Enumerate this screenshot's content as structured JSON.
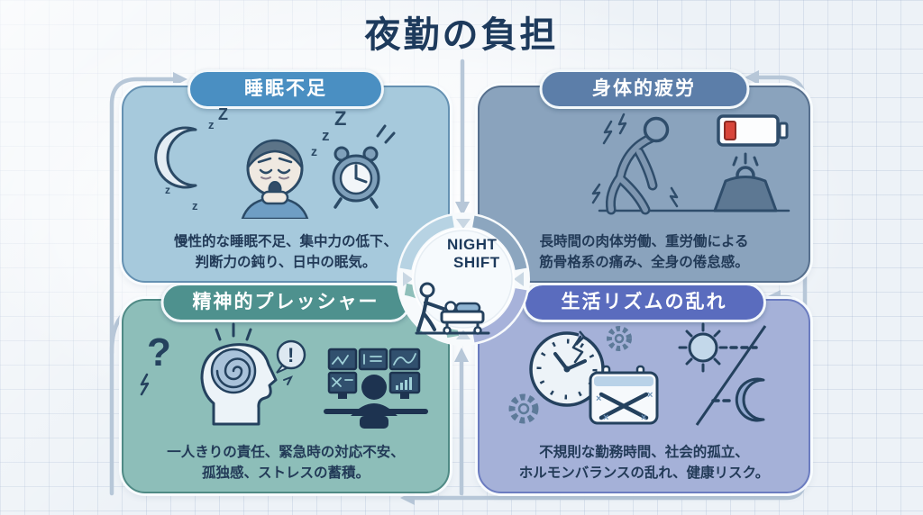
{
  "title": "夜勤の負担",
  "center": {
    "label_line1": "NIGHT",
    "label_line2": "SHIFT",
    "icon": "nurse-pushing-bed-icon"
  },
  "panels": {
    "sleep": {
      "label": "睡眠不足",
      "desc_line1": "慢性的な睡眠不足、集中力の低下、",
      "desc_line2": "判断力の鈍り、日中の眠気。",
      "icons": [
        "crescent-moon-icon",
        "yawning-person-icon",
        "alarm-clock-icon"
      ],
      "panel_color": "#a6c9dc",
      "pill_color": "#4a8fc2"
    },
    "physical": {
      "label": "身体的疲労",
      "desc_line1": "長時間の肉体労働、重労働による",
      "desc_line2": "筋骨格系の痛み、全身の倦怠感。",
      "icons": [
        "hunched-worker-icon",
        "heavy-weight-icon",
        "low-battery-icon"
      ],
      "panel_color": "#8aa3bd",
      "pill_color": "#5c7ea9"
    },
    "mental": {
      "label": "精神的プレッシャー",
      "desc_line1": "一人きりの責任、緊急時の対応不安、",
      "desc_line2": "孤独感、ストレスの蓄積。",
      "icons": [
        "stressed-brain-icon",
        "monitoring-operator-icon"
      ],
      "panel_color": "#8dbeb9",
      "pill_color": "#4e918e"
    },
    "rhythm": {
      "label": "生活リズムの乱れ",
      "desc_line1": "不規則な勤務時間、社会的孤立、",
      "desc_line2": "ホルモンバランスの乱れ、健康リスク。",
      "icons": [
        "broken-clock-icon",
        "crossed-calendar-icon",
        "gear-icon",
        "day-night-cycle-icon"
      ],
      "panel_color": "#a5b1d8",
      "pill_color": "#5a6cbe"
    }
  },
  "decor": {
    "z_lower": "z",
    "z_upper": "Z",
    "question_mark": "?",
    "exclamation_mark": "!",
    "x_mark": "×"
  },
  "colors": {
    "title_text": "#1d3a5c",
    "body_text": "#223a57",
    "arrow": "#b7c7d8",
    "background": "#edf2f7",
    "battery_low": "#d8453a"
  }
}
